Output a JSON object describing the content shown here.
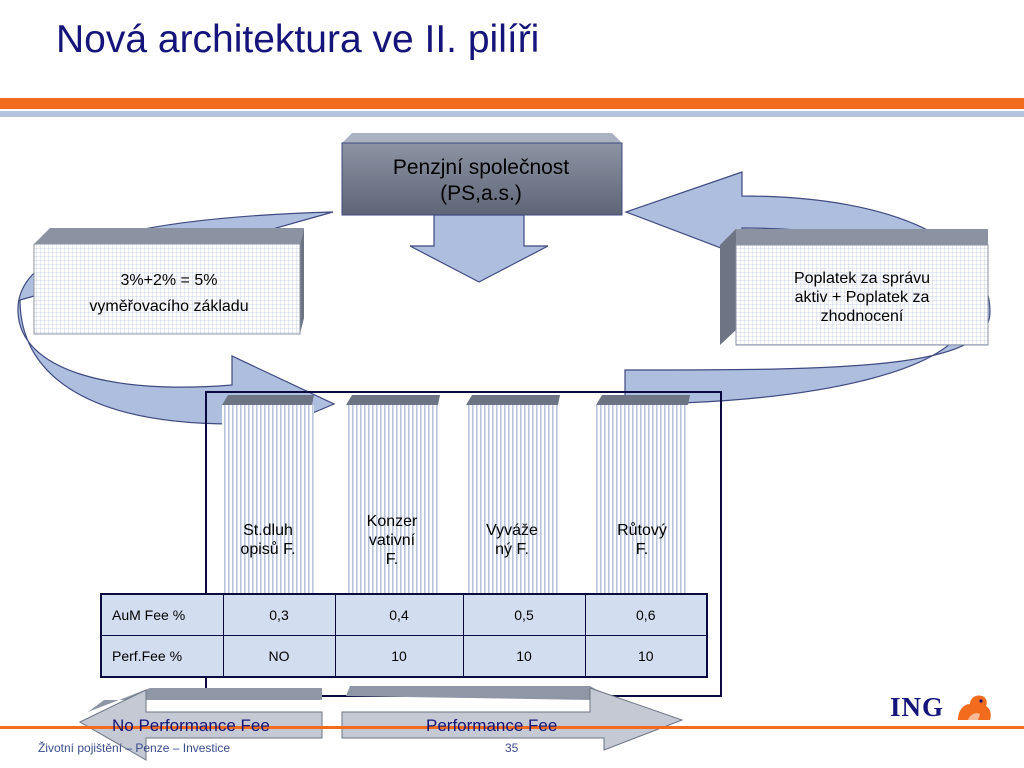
{
  "title": "Nová architektura ve II. pilíři",
  "pension_company": {
    "line1": "Penzjní společnost",
    "line2": "(PS,a.s.)"
  },
  "contribution_box": {
    "line1": "3%+2% = 5%",
    "line2": "vyměřovacího základu"
  },
  "fees_box": {
    "line1": "Poplatek za správu",
    "line2": "aktiv + Poplatek za",
    "line3": "zhodnocení"
  },
  "funds": [
    {
      "line1": "St.dluh",
      "line2": "opisů F.",
      "line3": ""
    },
    {
      "line1": "Konzer",
      "line2": "vativní",
      "line3": "F."
    },
    {
      "line1": "Vyváže",
      "line2": "ný F.",
      "line3": ""
    },
    {
      "line1": "Růtový",
      "line2": "F.",
      "line3": ""
    }
  ],
  "fee_table": {
    "rows": [
      {
        "label": "AuM Fee %",
        "values": [
          "0,3",
          "0,4",
          "0,5",
          "0,6"
        ]
      },
      {
        "label": "Perf.Fee %",
        "values": [
          "NO",
          "10",
          "10",
          "10"
        ]
      }
    ]
  },
  "arrows": {
    "no_performance": "No Performance Fee",
    "performance": "Performance Fee"
  },
  "footer": {
    "left": "Životní pojištění – Penze – Investice",
    "page": "35"
  },
  "logo": {
    "text": "ING"
  },
  "colors": {
    "title": "#14147a",
    "accent_orange": "#f36b1c",
    "accent_blue": "#b4c3dd",
    "company_box": "#7d8aa6",
    "arrow_fill": "#aebedf",
    "table_fill": "#d2deef"
  },
  "icons": [
    "ing-lion-icon"
  ]
}
